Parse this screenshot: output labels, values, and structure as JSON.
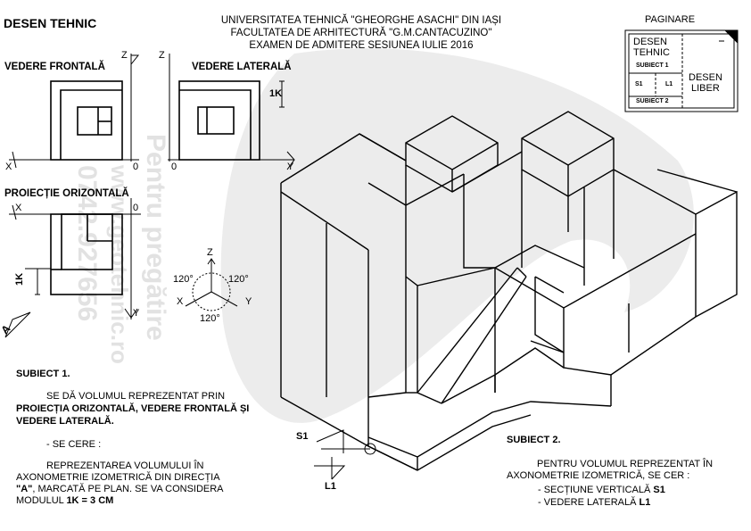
{
  "title": "DESEN TEHNIC",
  "header": {
    "line1": "UNIVERSITATEA TEHNICĂ \"GHEORGHE ASACHI\" DIN IAȘI",
    "line2": "FACULTATEA DE ARHITECTURĂ \"G.M.CANTACUZINO\"",
    "line3": "EXAMEN DE ADMITERE SESIUNEA IULIE 2016"
  },
  "paginare": {
    "label": "PAGINARE",
    "desen_tehnic_1": "DESEN",
    "desen_tehnic_2": "TEHNIC",
    "subiect1": "SUBIECT 1",
    "s1": "S1",
    "l1": "L1",
    "subiect2": "SUBIECT 2",
    "desen_liber_1": "DESEN",
    "desen_liber_2": "LIBER"
  },
  "views": {
    "front": "VEDERE FRONTALĂ",
    "side": "VEDERE LATERALĂ",
    "horizontal": "PROIECȚIE ORIZONTALĂ"
  },
  "axes": {
    "x": "X",
    "y": "Y",
    "z": "Z",
    "zero": "0",
    "module": "1K",
    "direction": "A",
    "angle": "120°"
  },
  "subject1": {
    "title": "SUBIECT 1.",
    "text_line1": "SE DĂ VOLUMUL  REPREZENTAT PRIN",
    "text_bold": "PROIECȚIA ORIZONTALĂ, VEDERE FRONTALĂ ȘI VEDERE LATERALĂ.",
    "cere": "- SE CERE :",
    "req_line1": "REPREZENTAREA VOLUMULUI ÎN",
    "req_line2": "AXONOMETRIE IZOMETRICĂ DIN DIRECȚIA",
    "req_a": "\"A\"",
    "req_line3": ", MARCATĂ PE PLAN. SE VA CONSIDERA",
    "req_line4": "MODULUL ",
    "req_module": "1K = 3 CM"
  },
  "subject2": {
    "title": "SUBIECT 2.",
    "text_line1": "PENTRU VOLUMUL REPREZENTAT ÎN",
    "text_line2": "AXONOMETRIE IZOMETRICĂ, SE CER :",
    "item1_prefix": "- SECȚIUNE VERTICALĂ ",
    "item1_bold": "S1",
    "item2_prefix": "- VEDERE LATERALĂ ",
    "item2_bold": "L1"
  },
  "markers": {
    "s1": "S1",
    "l1": "L1"
  },
  "watermark": {
    "line1": "Pentru pregătire",
    "line2": "www.geotehnic.ro",
    "line3": "0742.927656"
  }
}
